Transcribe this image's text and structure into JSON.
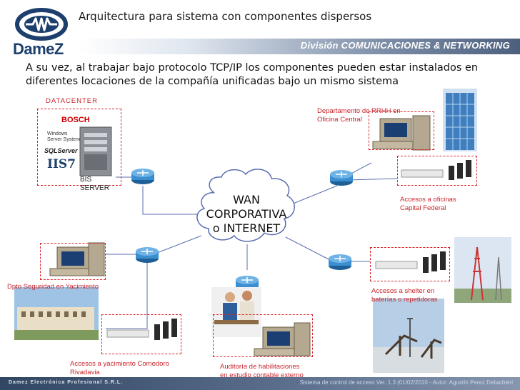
{
  "header": {
    "title": "Arquitectura para sistema con componentes dispersos",
    "brand": "DameZ",
    "division": "División COMUNICACIONES & NETWORKING"
  },
  "intro": "A su vez, al trabajar bajo protocolo TCP/IP los componentes pueden estar instalados en diferentes locaciones de la compañía unificadas bajo un mismo sistema",
  "diagram": {
    "datacenter": {
      "title": "DATACENTER",
      "logos": {
        "bosch": "BOSCH",
        "windows_server": "Windows Server System",
        "sql_server": "SQLServer",
        "iis": "IIS7"
      },
      "server_label_1": "BIS",
      "server_label_2": "SERVER"
    },
    "wan": {
      "line1": "WAN",
      "line2": "CORPORATIVA",
      "line3": "o INTERNET"
    },
    "rrhh": {
      "line1": "Departamento de RRHH en",
      "line2": "Oficina Central"
    },
    "oficinas": {
      "line1": "Accesos a oficinas",
      "line2": "Capital Federal"
    },
    "seguridad": {
      "label": "Dpto Seguridad en Yacimiento"
    },
    "shelter": {
      "line1": "Accesos a  shelter  en",
      "line2": "baterías o repetidoras"
    },
    "comodoro": {
      "line1": "Accesos a yacimiento Comodoro",
      "line2": "Rivadavia"
    },
    "auditoria": {
      "line1": "Auditoría de habilitaciones",
      "line2": "en estudio contable externo"
    }
  },
  "footer": {
    "left": "Damez Electrónica Profesional S.R.L.",
    "right": "Sistema de control de acceso Ver. 1.3 (01/02/2010 -    Autor: Agustín Perez Debarbieri"
  },
  "colors": {
    "accent_red": "#c8262c",
    "brand_blue": "#1d3f6e",
    "router_blue": "#3b8fd0"
  }
}
